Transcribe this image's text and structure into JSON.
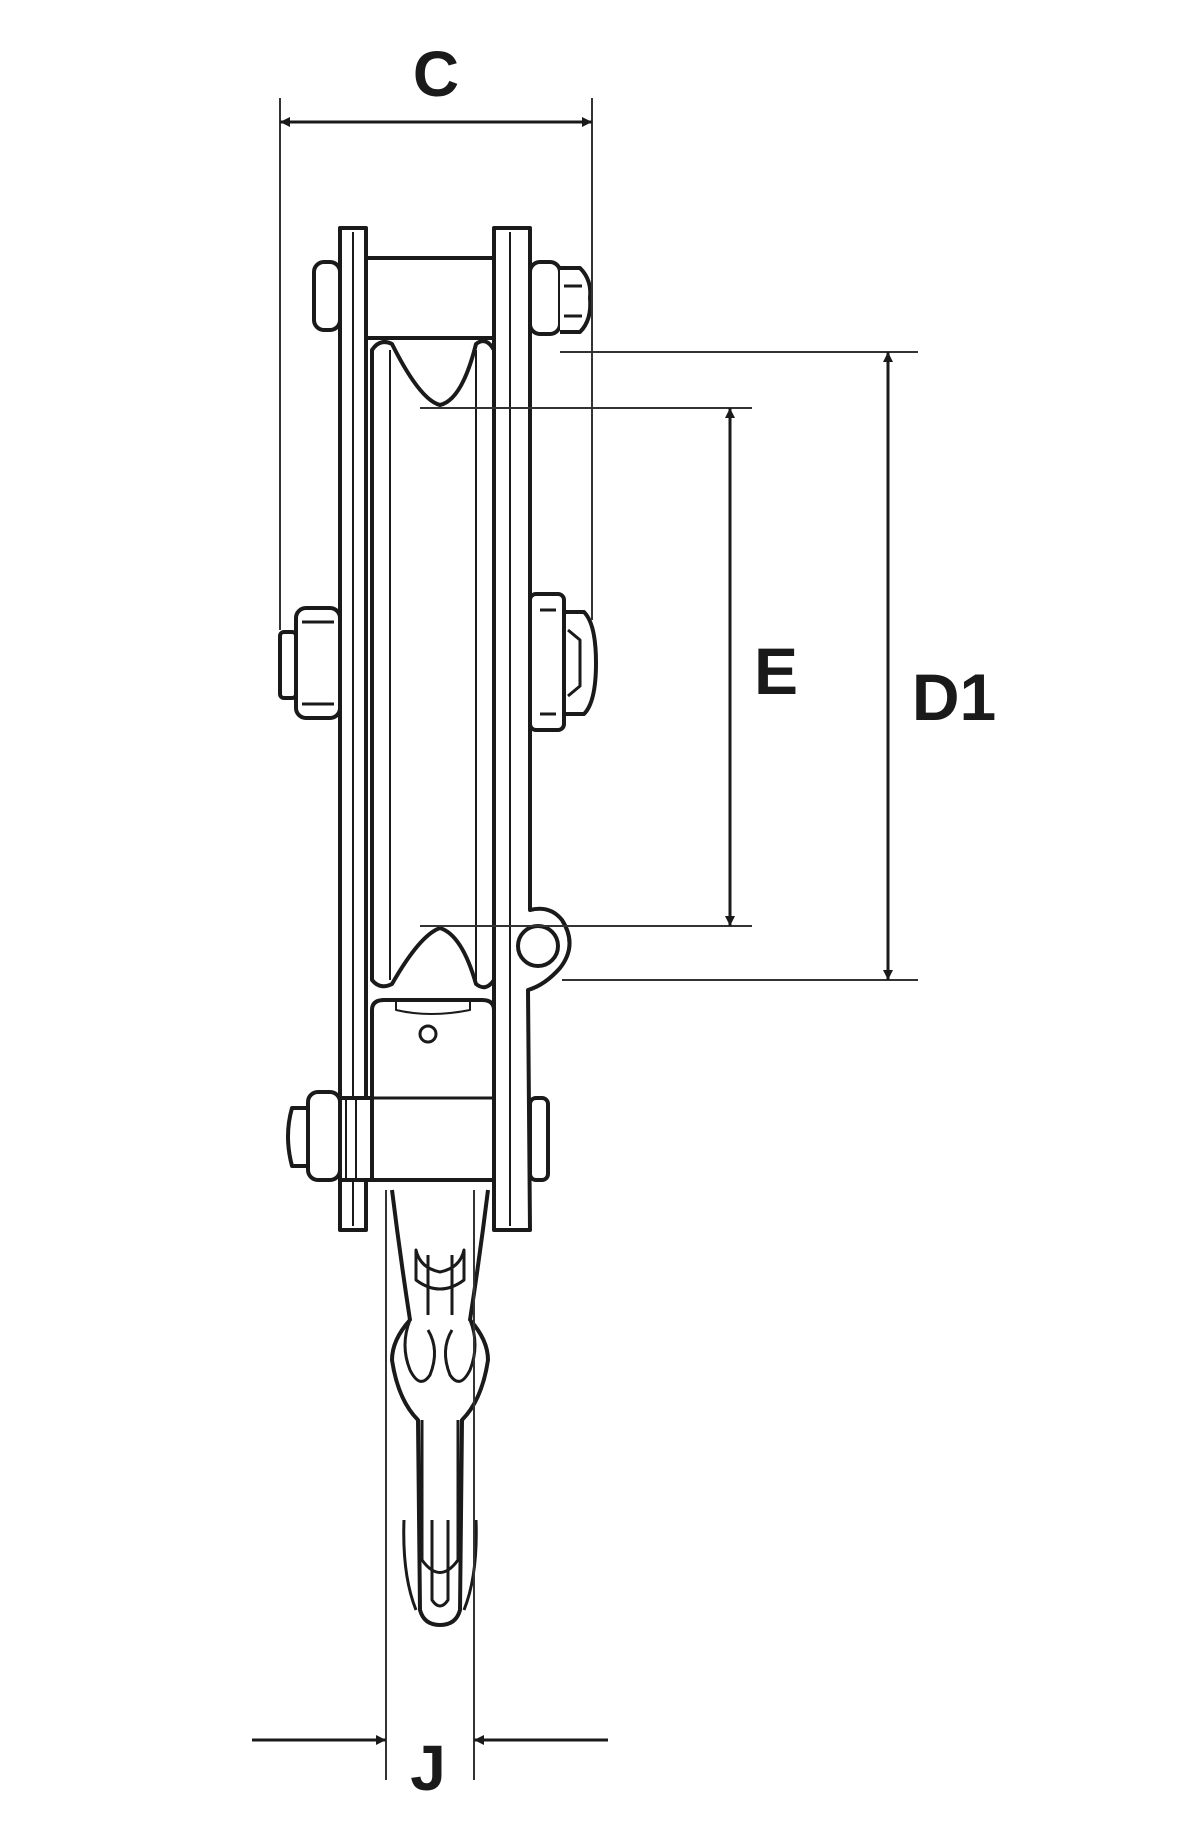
{
  "diagram": {
    "labels": {
      "c": "C",
      "e": "E",
      "d1": "D1",
      "j": "J"
    },
    "colors": {
      "ink": "#1a1a1a",
      "line": "#333333",
      "fill": "#ffffff",
      "background": "#ffffff"
    }
  }
}
